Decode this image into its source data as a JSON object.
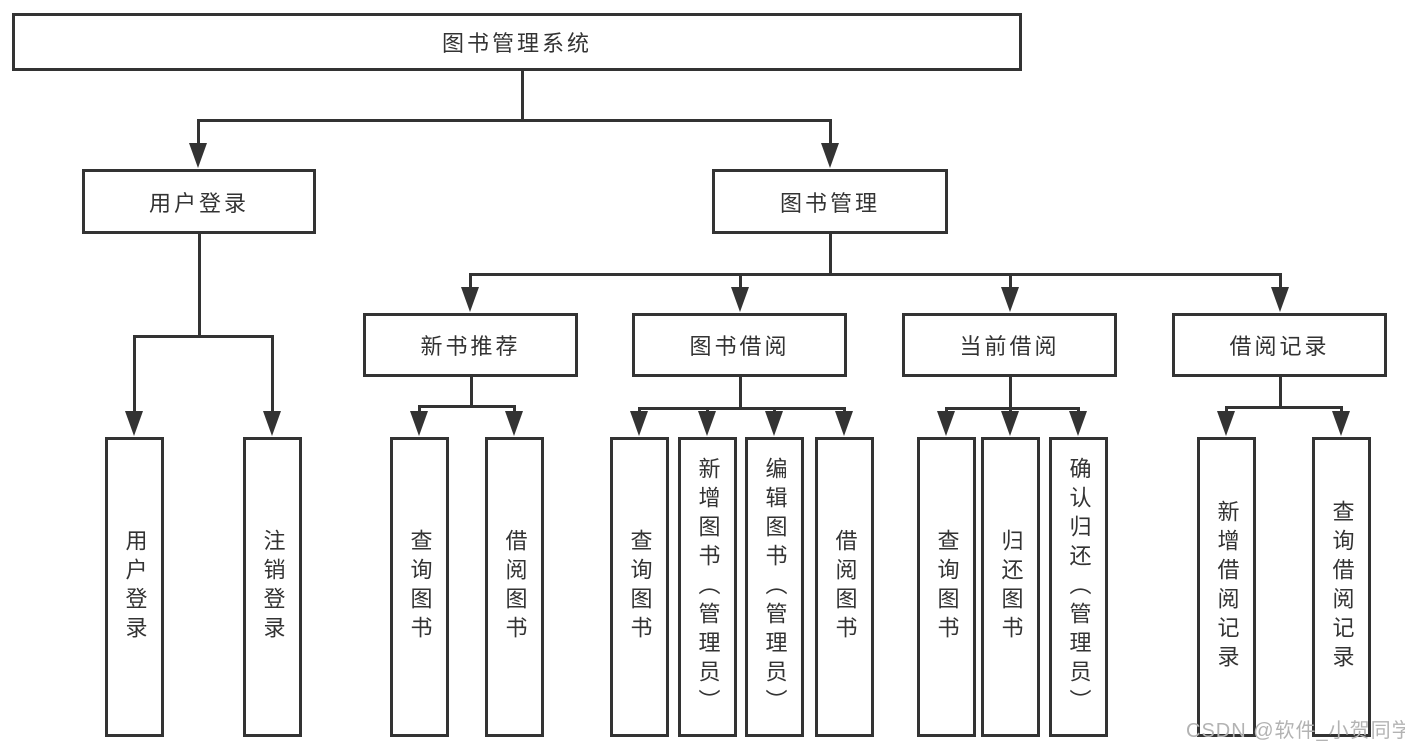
{
  "colors": {
    "line": "#333333",
    "border": "#333333",
    "text": "#333333",
    "background": "#ffffff",
    "watermark": "#b3b3b3"
  },
  "nodes": {
    "root": "图书管理系统",
    "level2": [
      "用户登录",
      "图书管理"
    ],
    "level3": [
      "新书推荐",
      "图书借阅",
      "当前借阅",
      "借阅记录"
    ],
    "level4": [
      "用户登录",
      "注销登录",
      "查询图书",
      "借阅图书",
      "查询图书",
      "新增图书（管理员）",
      "编辑图书（管理员）",
      "借阅图书",
      "查询图书",
      "归还图书",
      "确认归还（管理员）",
      "新增借阅记录",
      "查询借阅记录"
    ]
  },
  "watermark": {
    "text": "CSDN @软件_小贺同学"
  }
}
